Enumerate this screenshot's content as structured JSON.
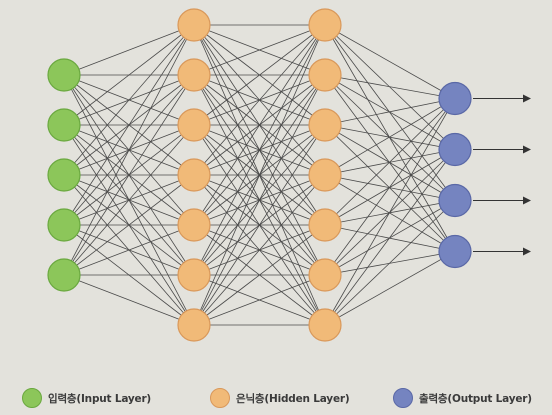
{
  "diagram": {
    "type": "neural-network",
    "layers": [
      {
        "role": "input",
        "count": 5,
        "color": "#8cc65a",
        "stroke": "#6aa83f"
      },
      {
        "role": "hidden",
        "count": 7,
        "color": "#f1ba78",
        "stroke": "#d9985a"
      },
      {
        "role": "hidden",
        "count": 7,
        "color": "#f1ba78",
        "stroke": "#d9985a"
      },
      {
        "role": "output",
        "count": 4,
        "color": "#7584c0",
        "stroke": "#5a68a6"
      }
    ],
    "output_arrows": true,
    "edge_color": "#4a4a4a"
  },
  "legend": {
    "input": {
      "label": "입력층(Input Layer)",
      "color": "#8cc65a"
    },
    "hidden": {
      "label": "은닉층(Hidden Layer)",
      "color": "#f1ba78"
    },
    "output": {
      "label": "출력층(Output Layer)",
      "color": "#7584c0"
    }
  }
}
